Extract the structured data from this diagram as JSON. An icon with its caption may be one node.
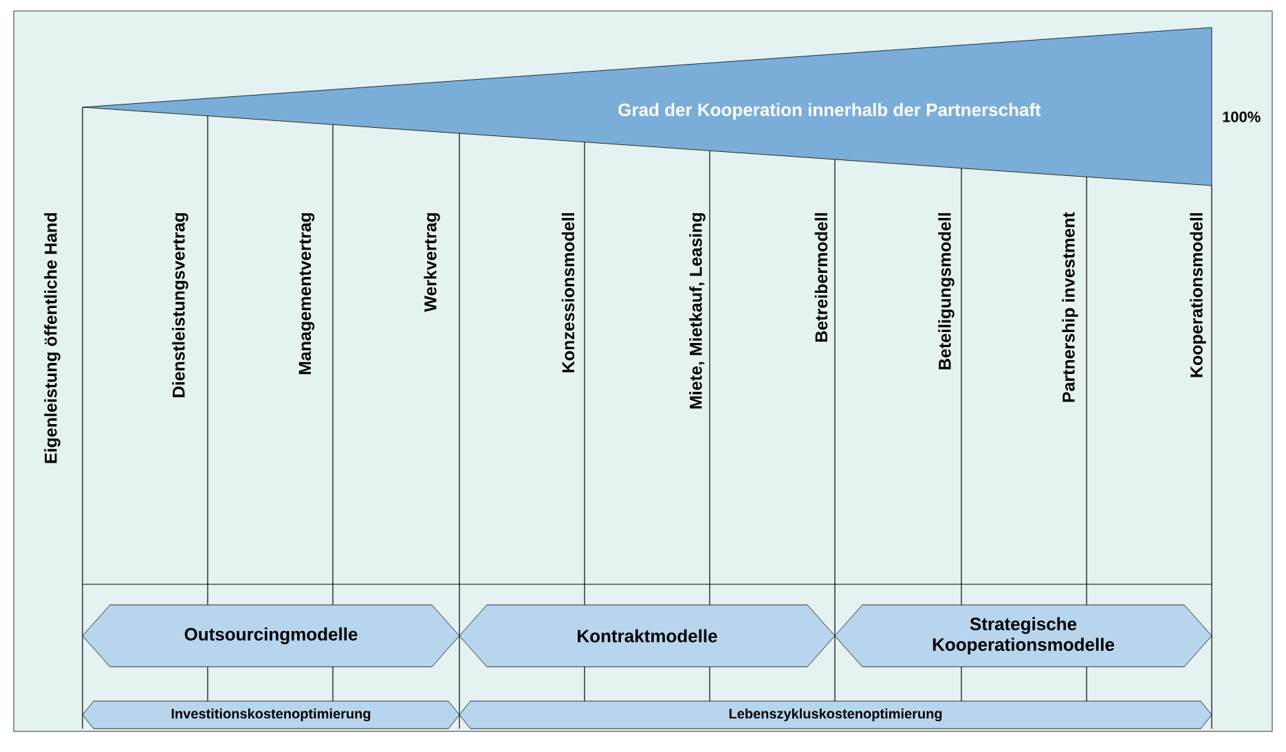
{
  "diagram": {
    "nodes": [
      {
        "text": [
          "Grad der Kooperation innerhalb der Partnerschaft"
        ]
      },
      {
        "text": [
          "Outsourcingmodelle"
        ]
      },
      {
        "text": [
          "Kontraktmodelle"
        ]
      },
      {
        "text": [
          "Strategische Kooperationsmodelle"
        ]
      },
      {
        "text": [
          "Investitionskostenoptimierung"
        ]
      },
      {
        "text": [
          "Lebenszykluskostenoptimierung"
        ]
      }
    ],
    "labels": [
      "100%",
      "Eigenleistung öffentliche Hand",
      "Dienstleistungsvertrag",
      "Managementvertrag",
      "Werkvertrag",
      "Konzessionsmodell",
      "Miete, Mietkauf, Leasing",
      "Betreibermodell",
      "Beteiligungsmodell",
      "Partnership investment",
      "Kooperationsmodell"
    ]
  }
}
